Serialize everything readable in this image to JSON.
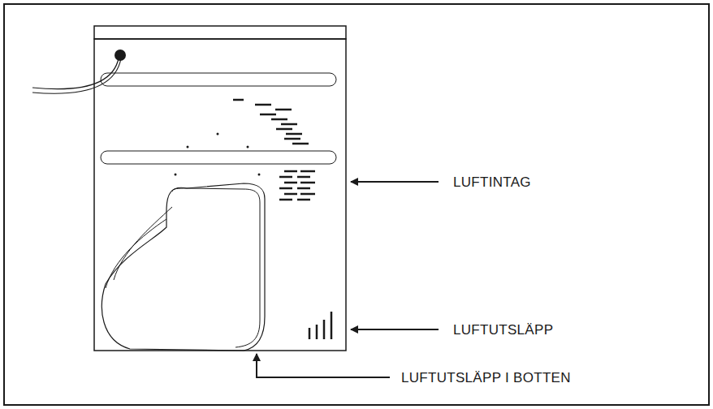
{
  "diagram": {
    "labels": [
      "LUFTINTAG",
      "LUFTUTSLÄPP",
      "LUFTUTSLÄPP I BOTTEN"
    ]
  }
}
